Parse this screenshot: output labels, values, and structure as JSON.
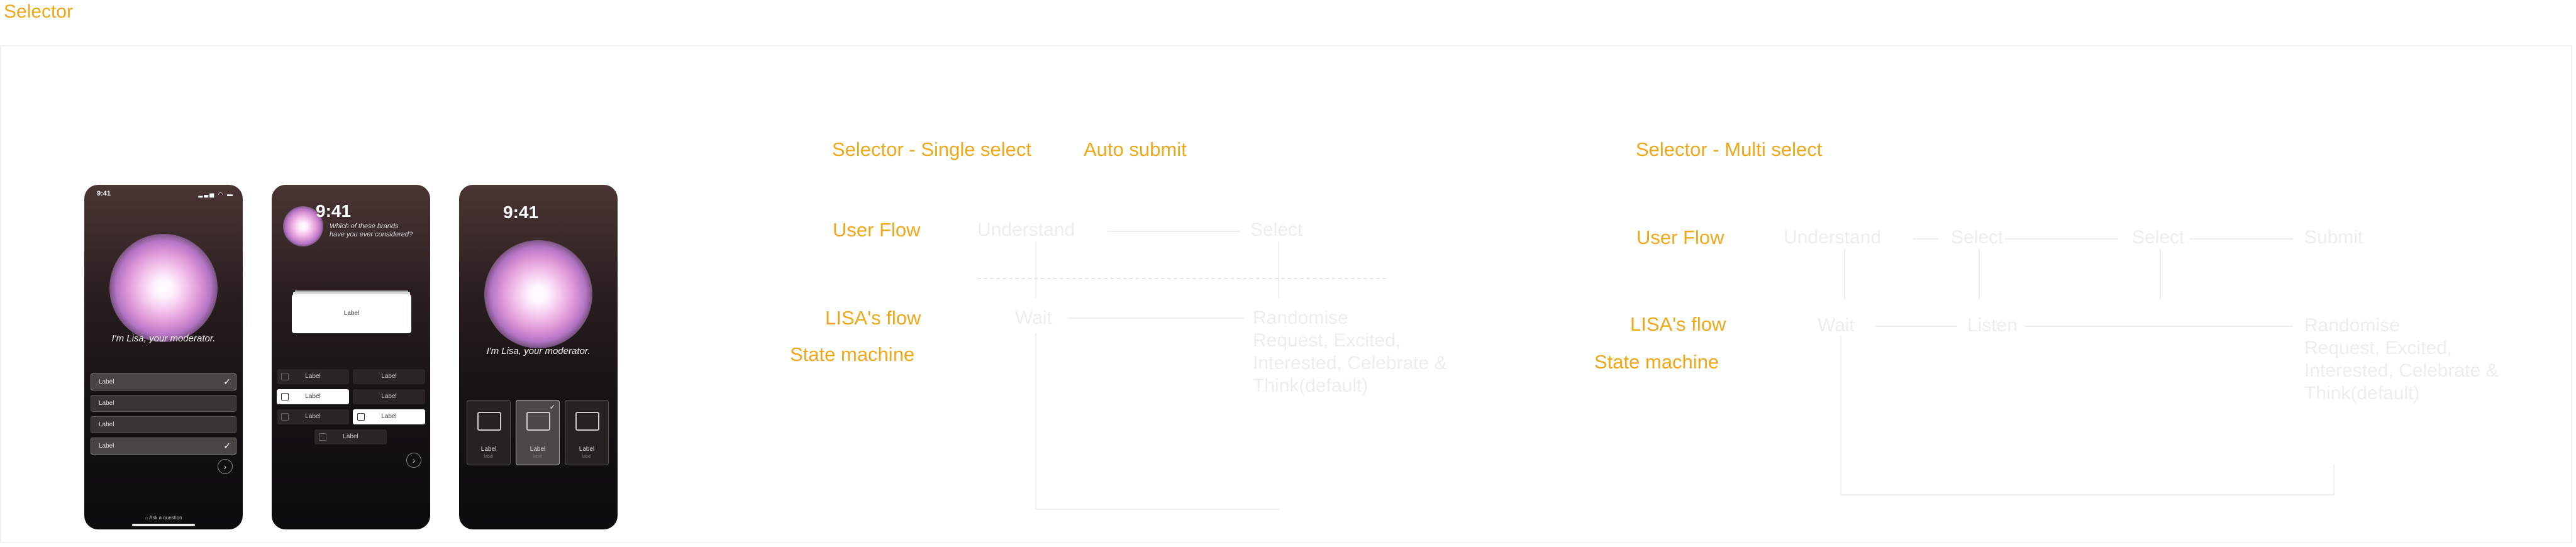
{
  "frame_title": "Selector",
  "phones": {
    "time": "9:41",
    "status_icons": "▂▃▅ ◠ ▬",
    "moderator": "I'm Lisa, your moderator.",
    "phone1": {
      "rows": [
        {
          "label": "Label",
          "checked": true
        },
        {
          "label": "Label",
          "checked": false
        },
        {
          "label": "Label",
          "checked": false
        },
        {
          "label": "Label",
          "checked": true
        }
      ],
      "next": "›",
      "footer": "⌂ Ask a question"
    },
    "phone2": {
      "question_line1": "Which of these brands",
      "question_line2": "have you ever considered?",
      "card_label": "Label",
      "cell_label": "Label",
      "next": "›"
    },
    "phone3": {
      "card_label": "Label",
      "card_sub": "label",
      "check": "✓"
    }
  },
  "single": {
    "title": "Selector - Single select",
    "auto_submit": "Auto submit",
    "row_user_flow": "User Flow",
    "row_lisa_flow": "LISA's flow",
    "row_state_machine": "State machine",
    "understand": "Understand",
    "select": "Select",
    "wait": "Wait",
    "random_line1": "Randomise",
    "random_line2": "Request, Excited,",
    "random_line3": "Interested, Celebrate &",
    "random_line4": "Think(default)"
  },
  "multi": {
    "title": "Selector - Multi select",
    "row_user_flow": "User Flow",
    "row_lisa_flow": "LISA's flow",
    "row_state_machine": "State machine",
    "understand": "Understand",
    "select1": "Select",
    "select2": "Select",
    "submit": "Submit",
    "wait": "Wait",
    "listen": "Listen",
    "random_line1": "Randomise",
    "random_line2": "Request, Excited,",
    "random_line3": "Interested, Celebrate &",
    "random_line4": "Think(default)"
  },
  "colors": {
    "accent": "#f0a818",
    "ghost": "#eeeeee"
  }
}
